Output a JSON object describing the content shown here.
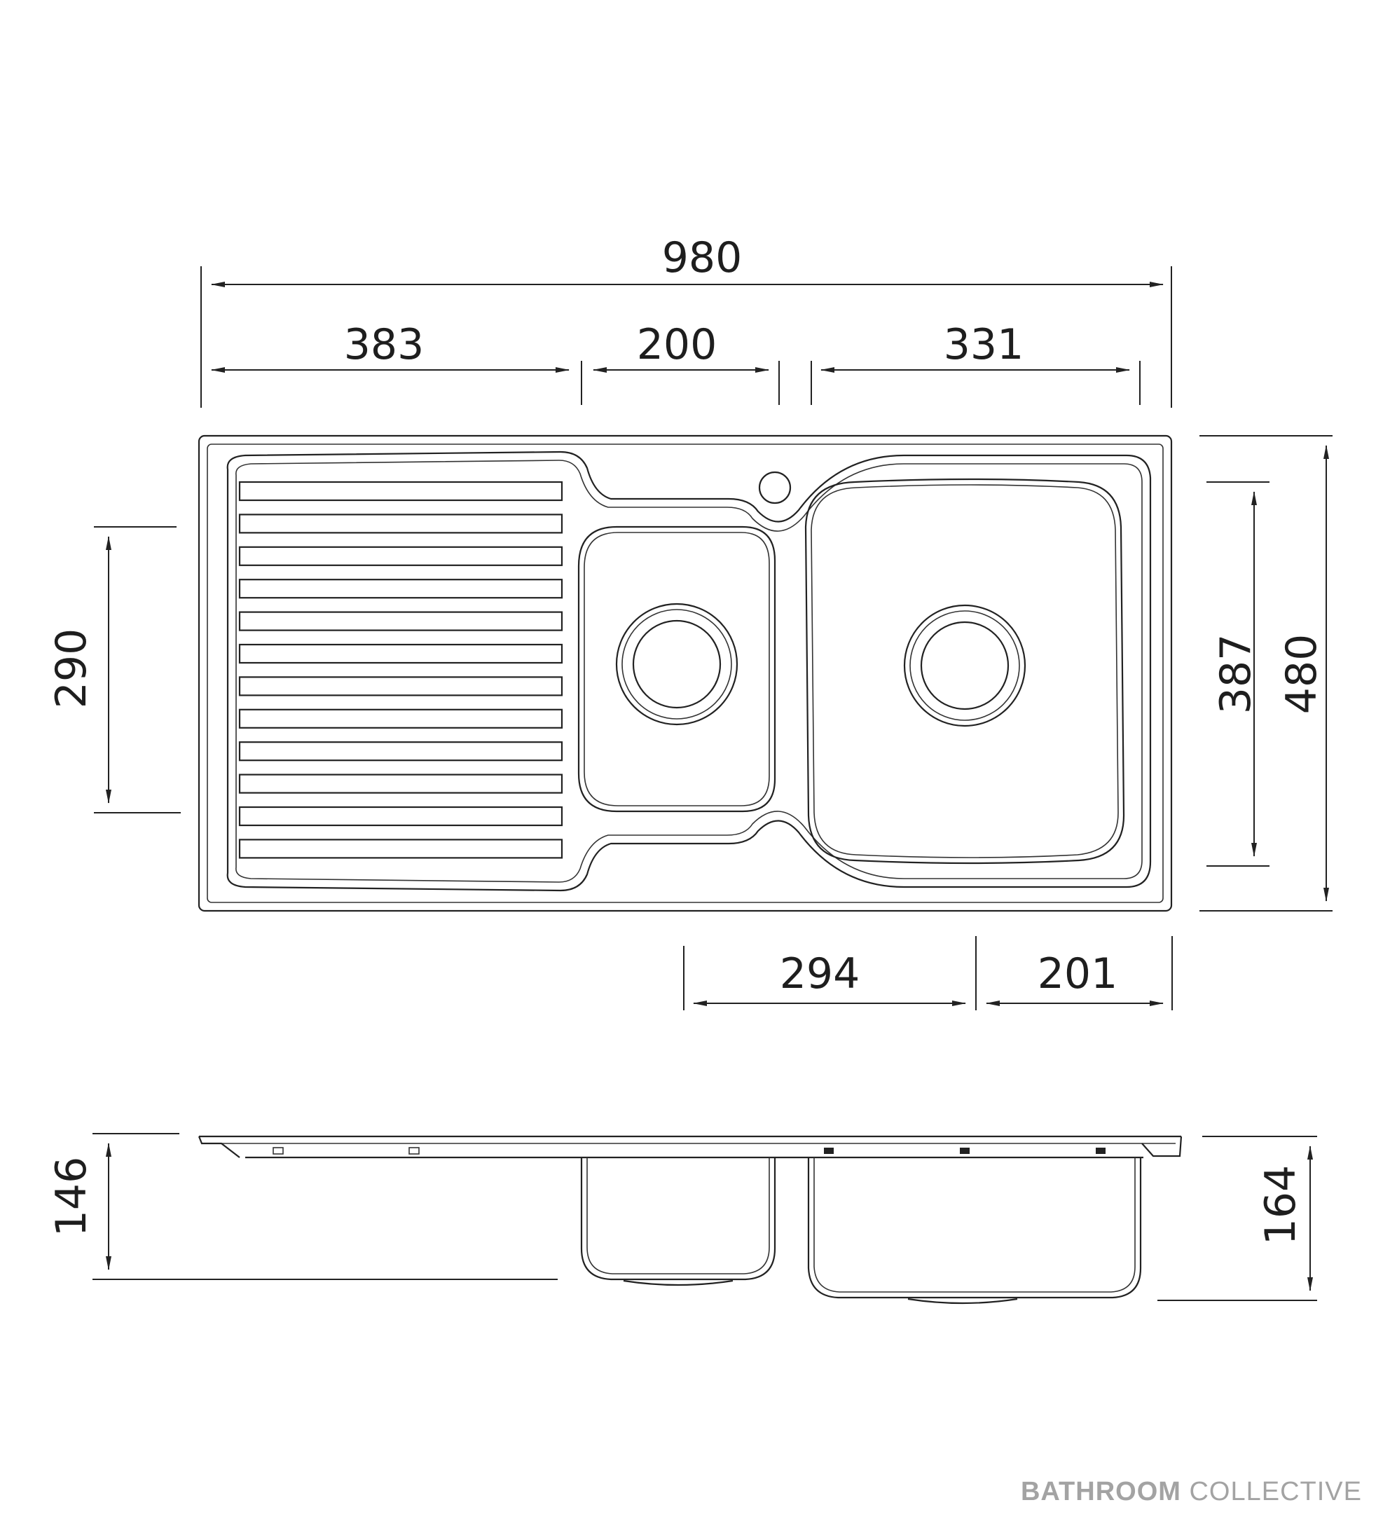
{
  "dimensions": {
    "overall_width": "980",
    "drainer_width": "383",
    "small_bowl_width": "200",
    "large_bowl_width": "331",
    "overall_depth": "480",
    "large_bowl_depth": "387",
    "small_bowl_depth": "290",
    "waste_centre_offset": "294",
    "waste_to_edge": "201",
    "small_bowl_height": "146",
    "large_bowl_height": "164"
  },
  "brand": {
    "bold": "BATHROOM",
    "light": "COLLECTIVE"
  },
  "colors": {
    "line": "#222222",
    "text": "#1e1e1e",
    "brand": "#a3a3a3"
  }
}
